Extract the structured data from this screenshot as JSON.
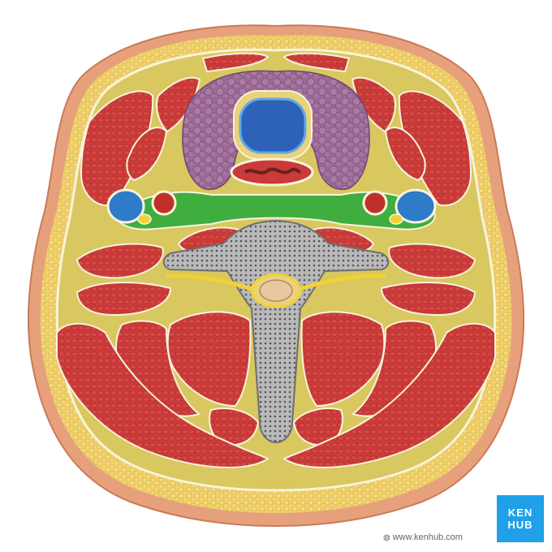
{
  "logo": {
    "line1": "KEN",
    "line2": "HUB"
  },
  "source_url": "www.kenhub.com",
  "icons": {
    "globe": "globe-icon"
  },
  "colors": {
    "skin": "#e7a07c",
    "subcutaneous_fat": "#ecca5c",
    "fascia": "#d9c760",
    "muscle": "#c93a38",
    "thyroid": "#9c6a96",
    "vein": "#2e7bc8",
    "artery": "#c0302a",
    "highlight_fascia": "#3fae3f",
    "bone": "#8d8d8d",
    "nerve": "#f2d134"
  }
}
